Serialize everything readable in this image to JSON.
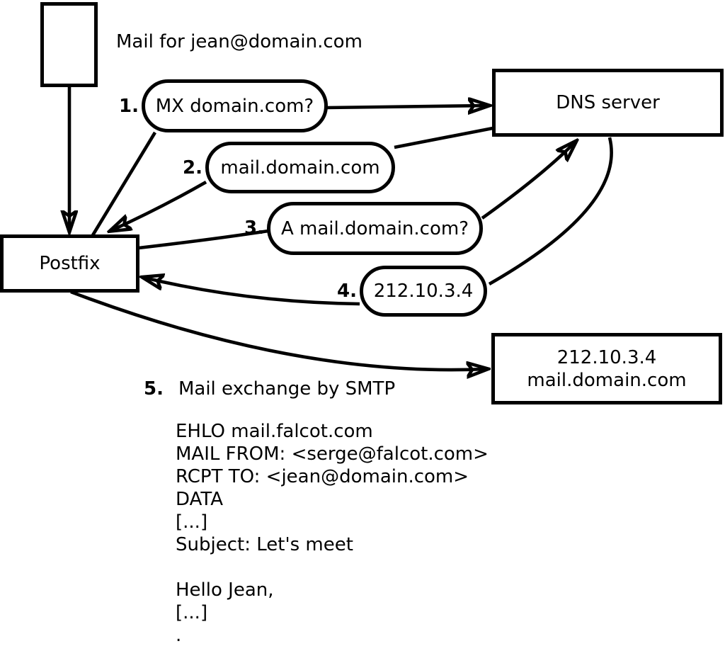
{
  "diagram": {
    "note": "Mail for jean@domain.com",
    "nodes": {
      "postfix": "Postfix",
      "dns_server": "DNS server",
      "mail_server_line1": "212.10.3.4",
      "mail_server_line2": "mail.domain.com"
    },
    "steps": [
      {
        "num": "1.",
        "label": "MX domain.com?"
      },
      {
        "num": "2.",
        "label": "mail.domain.com"
      },
      {
        "num": "3.",
        "label": "A mail.domain.com?"
      },
      {
        "num": "4.",
        "label": "212.10.3.4"
      },
      {
        "num": "5.",
        "label": "Mail exchange by SMTP"
      }
    ],
    "smtp_session": {
      "lines": [
        "EHLO mail.falcot.com",
        "MAIL FROM: <serge@falcot.com>",
        "RCPT TO: <jean@domain.com>",
        "DATA",
        "[...]",
        "Subject: Let's meet",
        "",
        "Hello Jean,",
        "[...]",
        "."
      ]
    },
    "colors": {
      "ink": "#000000",
      "background": "#ffffff"
    }
  }
}
